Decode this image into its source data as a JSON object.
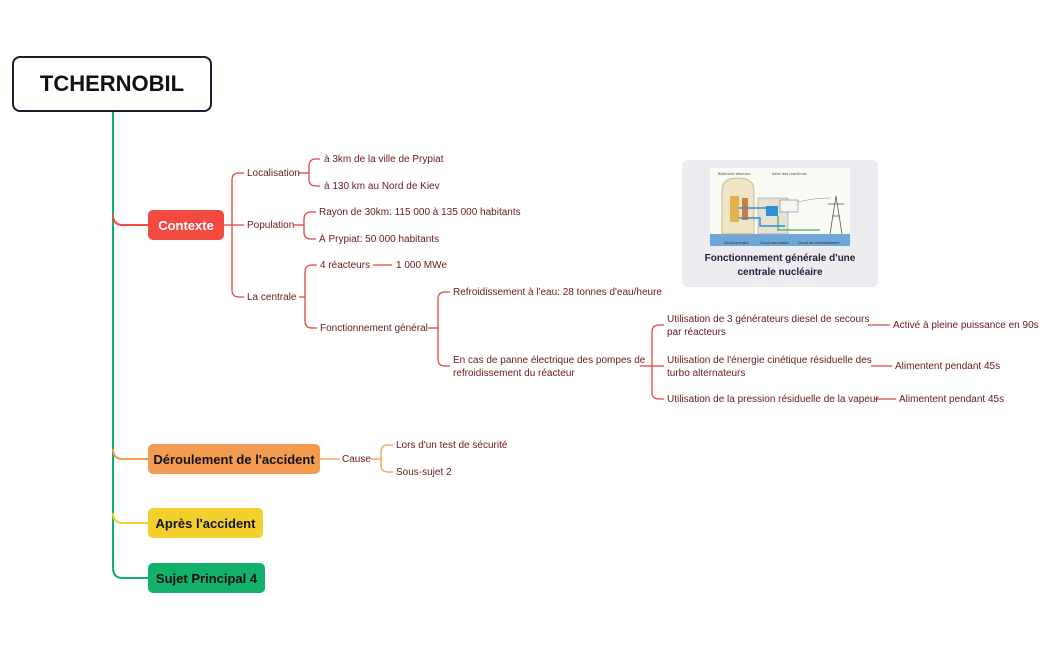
{
  "root": {
    "title": "TCHERNOBIL"
  },
  "colors": {
    "contexte": "#f24940",
    "deroulement": "#f39c4f",
    "apres": "#f3d02b",
    "sujet4": "#12b06a",
    "trunk": "#12b06a"
  },
  "main_topics": {
    "contexte": "Contexte",
    "deroulement": "Déroulement de l'accident",
    "apres": "Après l'accident",
    "sujet4": "Sujet Principal 4"
  },
  "contexte": {
    "localisation": {
      "label": "Localisation",
      "items": [
        "à 3km de la ville de Prypiat",
        "à 130 km au Nord de Kiev"
      ]
    },
    "population": {
      "label": "Population",
      "items": [
        "Rayon de 30km: 115 000 à 135 000 habitants",
        "À Prypiat: 50 000 habitants"
      ]
    },
    "centrale": {
      "label": "La centrale",
      "reacteurs": {
        "label": "4 réacteurs",
        "detail": "1 000 MWe"
      },
      "fonctionnement": {
        "label": "Fonctionnement général",
        "refroidissement": "Refroidissement à l'eau: 28 tonnes d'eau/heure",
        "panne": {
          "label_l1": "En cas de panne électrique des pompes de",
          "label_l2": "refroidissement du réacteur",
          "items": [
            {
              "l1": "Utilisation de 3 générateurs diesel de secours",
              "l2": "par réacteurs",
              "detail": "Activé à pleine puissance en 90s"
            },
            {
              "l1": "Utilisation de l'énergie cinétique résiduelle des",
              "l2": "turbo alternateurs",
              "detail": "Alimentent pendant 45s"
            },
            {
              "l1": "Utilisation de la pression résiduelle de la vapeur",
              "l2": "",
              "detail": "Alimentent pendant 45s"
            }
          ]
        }
      }
    }
  },
  "deroulement": {
    "cause": "Cause",
    "items": [
      "Lors d'un test de sécurité",
      "Sous-sujet 2"
    ]
  },
  "image_card": {
    "caption": "Fonctionnement générale d'une centrale nucléaire",
    "image_labels": {
      "batiment": "Bâtiment réacteur",
      "salle": "Salle des machines",
      "circuit_primaire": "Circuit primaire",
      "circuit_secondaire": "Circuit secondaire",
      "circuit_refroid": "Circuit de refroidissement"
    }
  }
}
